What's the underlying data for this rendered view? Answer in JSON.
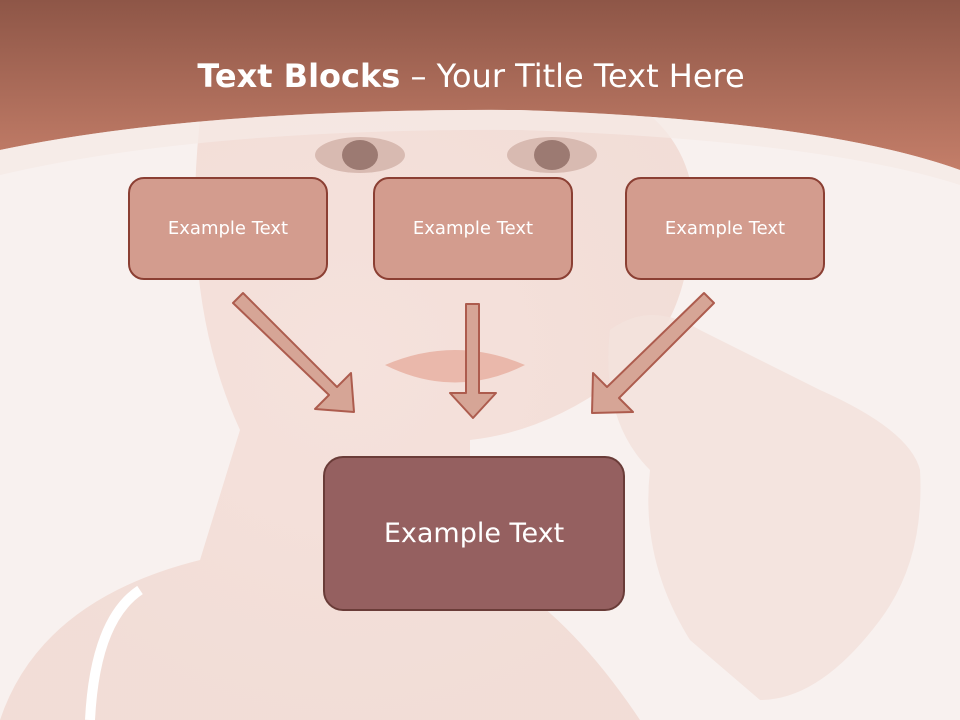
{
  "slide": {
    "title_bold": "Text Blocks",
    "title_rest": " – Your Title Text Here"
  },
  "boxes": {
    "left": "Example Text",
    "center": "Example Text",
    "right": "Example Text",
    "main": "Example Text"
  },
  "colors": {
    "header_band": "#b46f5d",
    "box_fill": "#d39c8e",
    "box_border": "#8b3f33",
    "main_box_fill": "#956060",
    "arrow_fill": "#d6a596",
    "arrow_stroke": "#ad5c4e"
  }
}
